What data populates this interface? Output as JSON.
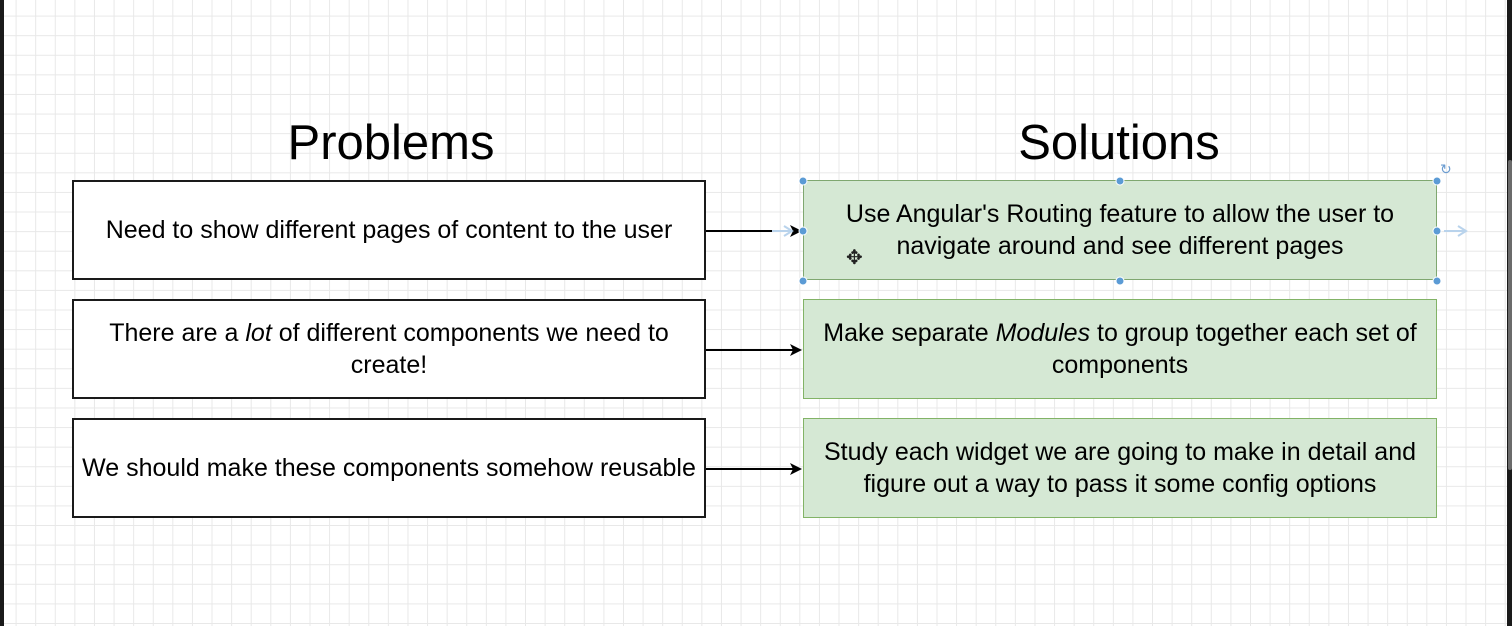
{
  "headings": {
    "problems": "Problems",
    "solutions": "Solutions"
  },
  "problems": [
    {
      "text": "Need to show different pages of content to the user"
    },
    {
      "pre": "There are a ",
      "em": "lot",
      "post": " of different components we need to create!"
    },
    {
      "text": "We should make these components somehow reusable"
    }
  ],
  "solutions": [
    {
      "text": "Use Angular's Routing feature to allow the user to navigate around and see different pages",
      "selected": true
    },
    {
      "pre": "Make separate ",
      "em": "Modules",
      "post": " to group together each set of components"
    },
    {
      "text": "Study each widget we are going to make in detail and figure out a way to pass it some config options"
    }
  ],
  "colors": {
    "solution_fill": "#d5e8d4",
    "solution_border": "#82b366",
    "selection_handle": "#5b9bd5",
    "arrow": "#000000"
  },
  "icons": {
    "cursor": "move-cursor-icon",
    "rotate": "rotate-handle-icon"
  }
}
